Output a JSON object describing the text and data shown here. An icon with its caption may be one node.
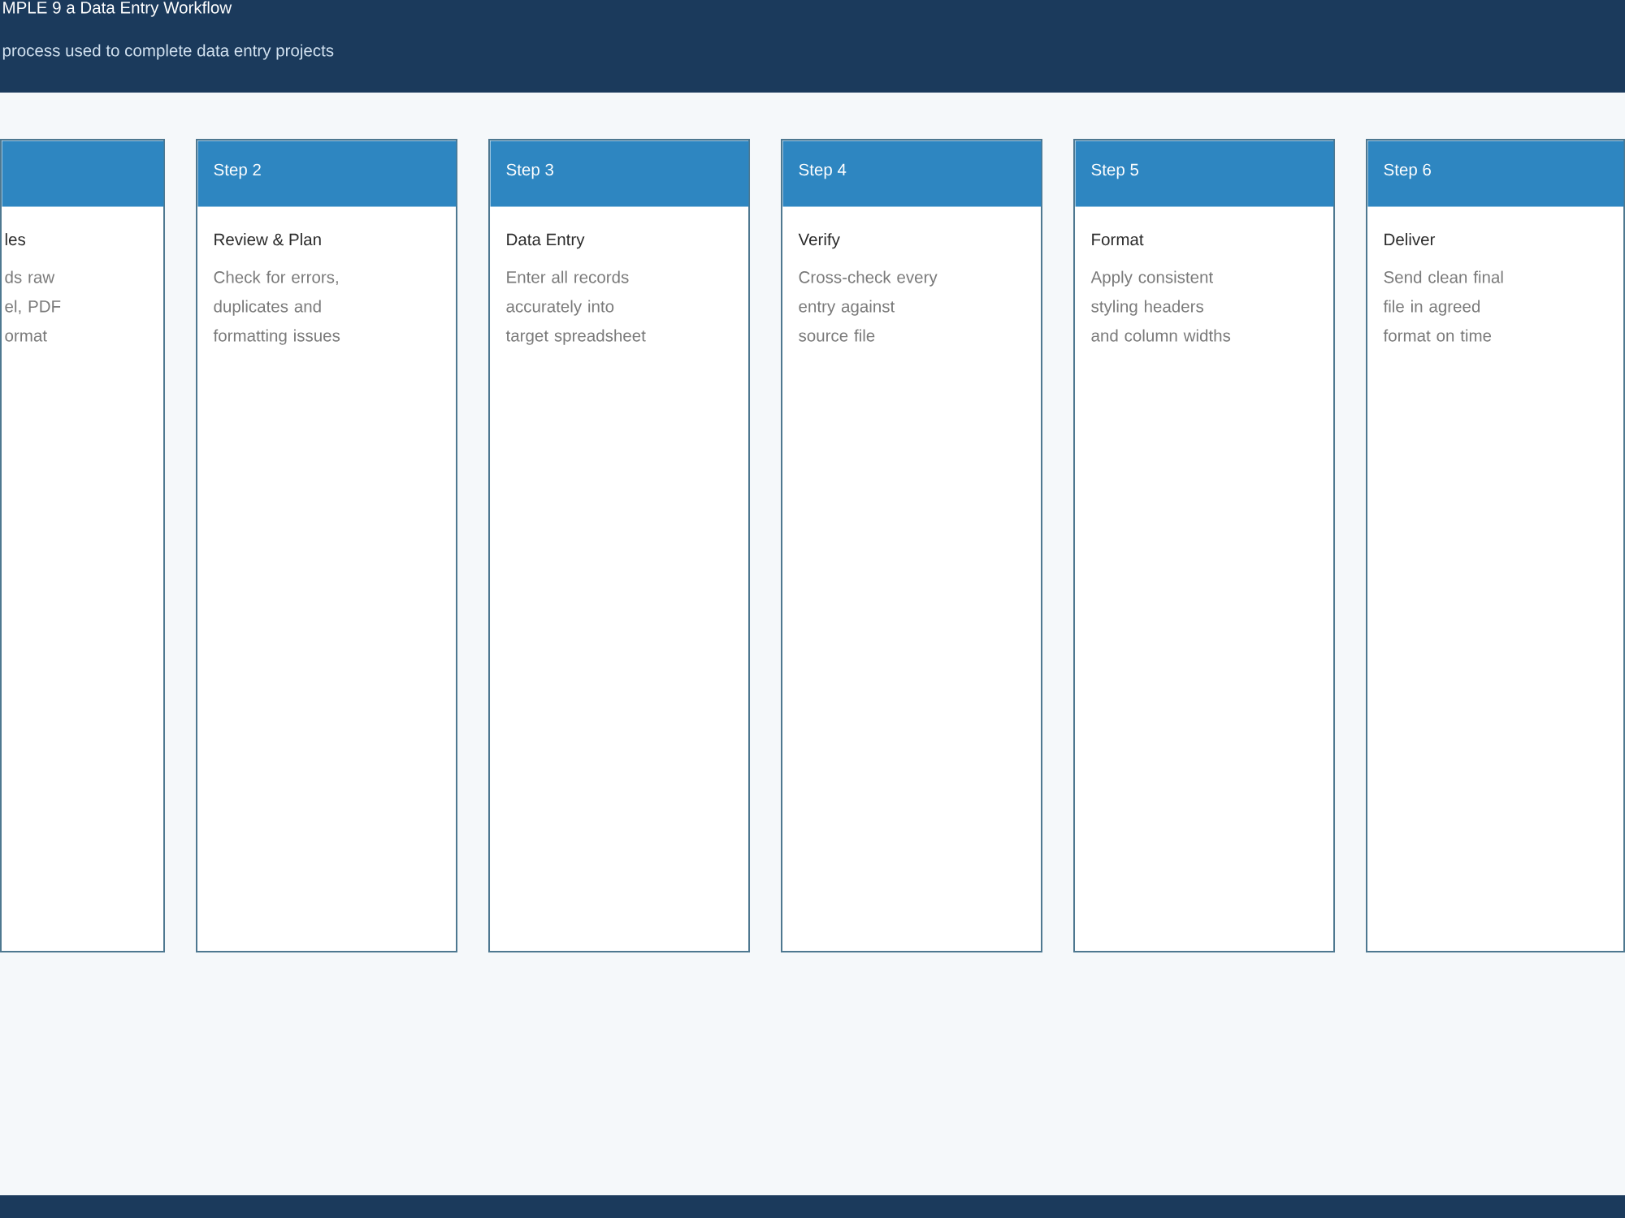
{
  "diagram": {
    "title": "MPLE 9 a Data Entry Workflow",
    "nodes": [
      {
        "text": [
          "les",
          "ds raw el, PDF ormat"
        ]
      },
      {
        "text": [],
        "shape": "box",
        "in": 0
      },
      {
        "text": [
          "Review & Plan",
          "Check for errors, duplicates and formatting issues"
        ]
      },
      {
        "text": [
          "Step 2"
        ],
        "in": 2
      },
      {
        "text": [
          "Data Entry",
          "Enter all records accurately into target spreadsheet"
        ]
      },
      {
        "text": [
          "Step 3"
        ],
        "in": 4
      },
      {
        "text": [
          "Verify",
          "Cross-check every entry against source file"
        ]
      },
      {
        "text": [
          "Step 4"
        ],
        "in": 6
      },
      {
        "text": [
          "Format",
          "Apply consistent styling headers and column widths"
        ]
      },
      {
        "text": [
          "Step 5"
        ],
        "in": 8
      },
      {
        "text": [
          "Deliver",
          "Send clean final file in agreed format on time"
        ]
      },
      {
        "text": [
          "Step 6"
        ],
        "in": 10
      }
    ],
    "labels": [
      "process used to complete data entry projects"
    ]
  }
}
